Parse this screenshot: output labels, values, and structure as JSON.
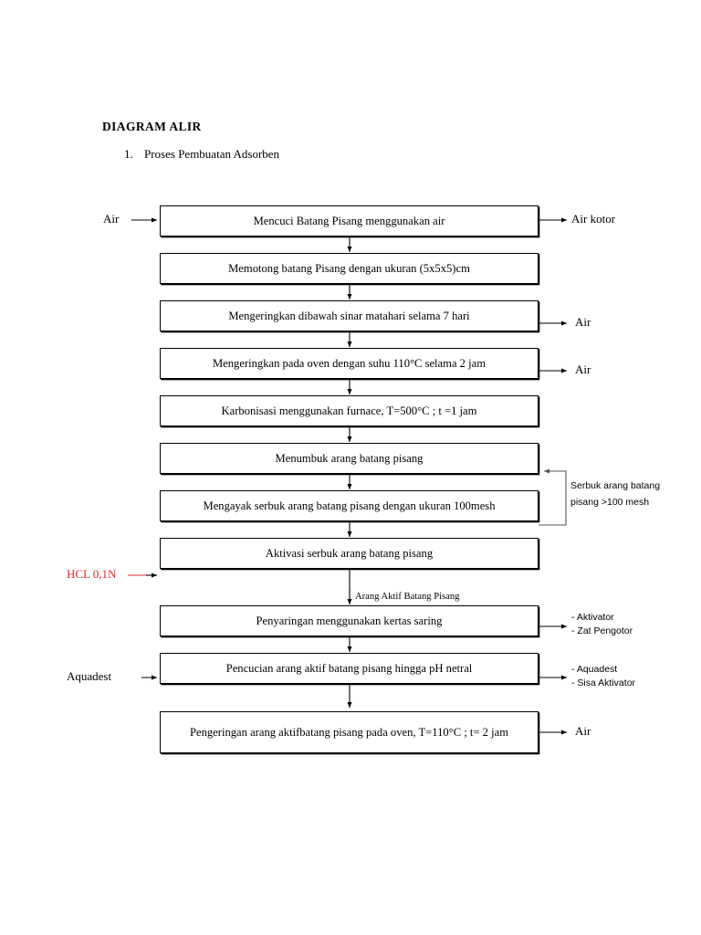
{
  "document": {
    "title": "DIAGRAM ALIR",
    "list_number": "1.",
    "list_item": "Proses Pembuatan Adsorben"
  },
  "colors": {
    "ink": "#000000",
    "highlight_red": "#e8252a",
    "page_background": "#ffffff"
  },
  "flowchart": {
    "type": "process-flow",
    "orientation": "top-to-bottom",
    "nodes": [
      {
        "id": "n1",
        "label": "Mencuci Batang Pisang menggunakan air"
      },
      {
        "id": "n2",
        "label": "Memotong batang Pisang dengan ukuran (5x5x5)cm"
      },
      {
        "id": "n3",
        "label": "Mengeringkan dibawah sinar matahari selama 7 hari"
      },
      {
        "id": "n4",
        "label": "Mengeringkan pada oven dengan suhu 110°C selama 2 jam"
      },
      {
        "id": "n5",
        "label": "Karbonisasi menggunakan furnace, T=500°C ; t =1 jam"
      },
      {
        "id": "n6",
        "label": "Menumbuk arang batang pisang"
      },
      {
        "id": "n7",
        "label": "Mengayak serbuk arang batang pisang dengan ukuran 100mesh"
      },
      {
        "id": "n8",
        "label": "Aktivasi serbuk arang batang pisang"
      },
      {
        "id": "n9",
        "label": "Penyaringan menggunakan kertas saring"
      },
      {
        "id": "n10",
        "label": "Pencucian arang aktif batang pisang hingga pH netral"
      },
      {
        "id": "n11",
        "label": "Pengeringan arang aktifbatang pisang pada oven, T=110°C ; t= 2 jam"
      }
    ],
    "inputs": [
      {
        "id": "in1",
        "label": "Air",
        "target": "n1",
        "color": "#000000"
      },
      {
        "id": "in2",
        "label": "HCL 0,1N",
        "target": "n8",
        "color": "#e8252a"
      },
      {
        "id": "in3",
        "label": "Aquadest",
        "target": "n10",
        "color": "#000000"
      }
    ],
    "outputs": [
      {
        "id": "out1",
        "label": "Air kotor",
        "source": "n1"
      },
      {
        "id": "out2",
        "label": "Air",
        "source": "n3"
      },
      {
        "id": "out3",
        "label": "Air",
        "source": "n4"
      },
      {
        "id": "out4",
        "label": "- Aktivator",
        "label2": "- Zat Pengotor",
        "source": "n9"
      },
      {
        "id": "out5",
        "label": "- Aquadest",
        "label2": "- Sisa Aktivator",
        "source": "n10"
      },
      {
        "id": "out6",
        "label": "Air",
        "source": "n11"
      }
    ],
    "edge_labels": [
      {
        "id": "el1",
        "label": "Arang Aktif Batang Pisang",
        "between": "n8-n9"
      }
    ],
    "recycle_loop": {
      "from": "n7",
      "to": "n6",
      "label_line1": "Serbuk arang batang",
      "label_line2": "pisang >100 mesh"
    }
  }
}
